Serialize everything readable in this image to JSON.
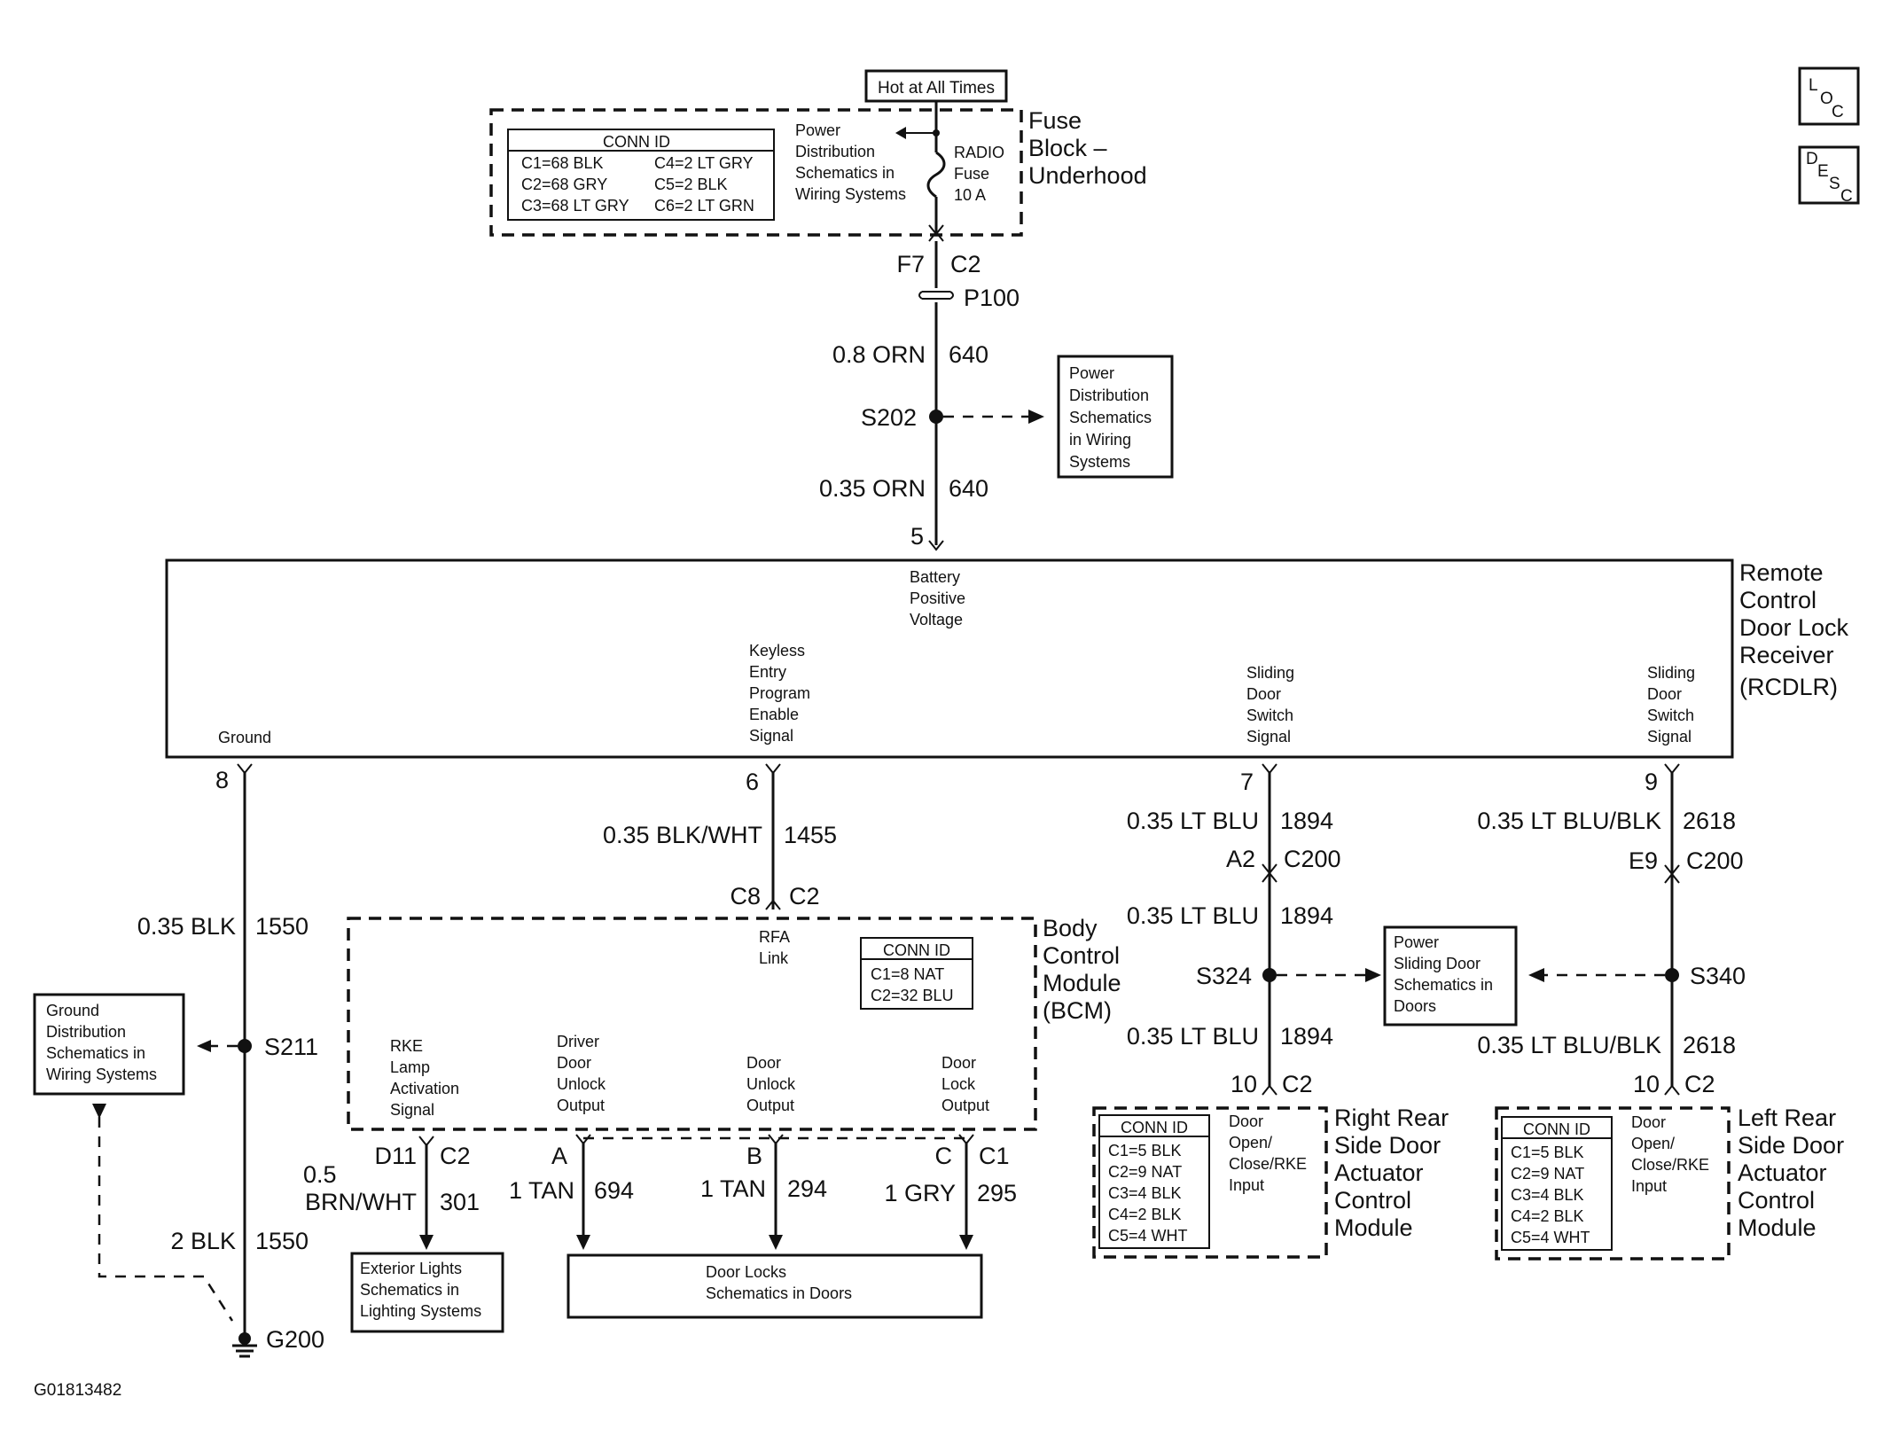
{
  "hot_label": "Hot at All Times",
  "fuse_block": {
    "name_lines": [
      "Fuse",
      "Block –",
      "Underhood"
    ],
    "conn_id": {
      "title": "CONN ID",
      "left": [
        "C1=68 BLK",
        "C2=68 GRY",
        "C3=68 LT GRY"
      ],
      "right": [
        "C4=2 LT GRY",
        "C5=2 BLK",
        "C6=2 LT GRN"
      ]
    },
    "power_ref": [
      "Power",
      "Distribution",
      "Schematics in",
      "Wiring Systems"
    ],
    "fuse_label": [
      "RADIO",
      "Fuse",
      "10 A"
    ]
  },
  "loc_icon": [
    "L",
    "O",
    "C"
  ],
  "desc_icon": [
    "D",
    "E",
    "S",
    "C"
  ],
  "connector_f7": {
    "pin": "F7",
    "conn": "C2"
  },
  "p100": "P100",
  "wire_orn_08": {
    "gauge": "0.8 ORN",
    "circuit": "640"
  },
  "s202": "S202",
  "s202_ref": [
    "Power",
    "Distribution",
    "Schematics",
    "in Wiring",
    "Systems"
  ],
  "wire_orn_035": {
    "gauge": "0.35 ORN",
    "circuit": "640"
  },
  "rcdlr": {
    "name_lines": [
      "Remote",
      "Control",
      "Door Lock",
      "Receiver",
      "(RCDLR)"
    ],
    "battery_label": [
      "Battery",
      "Positive",
      "Voltage"
    ],
    "keyless_label": [
      "Keyless",
      "Entry",
      "Program",
      "Enable",
      "Signal"
    ],
    "ground_label": "Ground",
    "sliding_label": [
      "Sliding",
      "Door",
      "Switch",
      "Signal"
    ],
    "pins": {
      "battery": "5",
      "ground": "8",
      "keyless": "6",
      "slide_right": "7",
      "slide_left": "9"
    }
  },
  "wire_blk_wht": {
    "gauge": "0.35 BLK/WHT",
    "circuit": "1455"
  },
  "connector_c8": {
    "pin": "C8",
    "conn": "C2"
  },
  "wire_blk_035": {
    "gauge": "0.35 BLK",
    "circuit": "1550"
  },
  "s211": "S211",
  "ground_ref": [
    "Ground",
    "Distribution",
    "Schematics in",
    "Wiring Systems"
  ],
  "wire_blk_2": {
    "gauge": "2 BLK",
    "circuit": "1550"
  },
  "g200": "G200",
  "bcm": {
    "name_lines": [
      "Body",
      "Control",
      "Module",
      "(BCM)"
    ],
    "rfa_label": [
      "RFA",
      "Link"
    ],
    "conn_id": {
      "title": "CONN ID",
      "rows": [
        "C1=8 NAT",
        "C2=32 BLU"
      ]
    },
    "rke_label": [
      "RKE",
      "Lamp",
      "Activation",
      "Signal"
    ],
    "driver_unlock_label": [
      "Driver",
      "Door",
      "Unlock",
      "Output"
    ],
    "door_unlock_label": [
      "Door",
      "Unlock",
      "Output"
    ],
    "door_lock_label": [
      "Door",
      "Lock",
      "Output"
    ]
  },
  "connector_d11": {
    "pin": "D11",
    "conn": "C2"
  },
  "pin_a": "A",
  "pin_b": "B",
  "connector_c": {
    "pin": "C",
    "conn": "C1"
  },
  "wire_brn_wht": {
    "gauge_line1": "0.5",
    "gauge_line2": "BRN/WHT",
    "circuit": "301"
  },
  "wire_tan_694": {
    "gauge": "1 TAN",
    "circuit": "694"
  },
  "wire_tan_294": {
    "gauge": "1 TAN",
    "circuit": "294"
  },
  "wire_gry_295": {
    "gauge": "1 GRY",
    "circuit": "295"
  },
  "exterior_ref": [
    "Exterior Lights",
    "Schematics in",
    "Lighting Systems"
  ],
  "doorlocks_ref": [
    "Door Locks",
    "Schematics in Doors"
  ],
  "wire_lt_blu_top": {
    "gauge": "0.35 LT BLU",
    "circuit": "1894"
  },
  "connector_a2": {
    "pin": "A2",
    "conn": "C200"
  },
  "wire_lt_blu_mid": {
    "gauge": "0.35 LT BLU",
    "circuit": "1894"
  },
  "s324": "S324",
  "wire_lt_blu_bot": {
    "gauge": "0.35 LT BLU",
    "circuit": "1894"
  },
  "connector_10_right": {
    "pin": "10",
    "conn": "C2"
  },
  "wire_blu_blk_top": {
    "gauge": "0.35 LT BLU/BLK",
    "circuit": "2618"
  },
  "connector_e9": {
    "pin": "E9",
    "conn": "C200"
  },
  "s340": "S340",
  "wire_blu_blk_bot": {
    "gauge": "0.35 LT BLU/BLK",
    "circuit": "2618"
  },
  "connector_10_left": {
    "pin": "10",
    "conn": "C2"
  },
  "sliding_ref": [
    "Power",
    "Sliding Door",
    "Schematics in",
    "Doors"
  ],
  "rr_module": {
    "name_lines": [
      "Right Rear",
      "Side Door",
      "Actuator",
      "Control",
      "Module"
    ],
    "conn_id": {
      "title": "CONN ID",
      "rows": [
        "C1=5 BLK",
        "C2=9 NAT",
        "C3=4 BLK",
        "C4=2 BLK",
        "C5=4 WHT"
      ]
    },
    "input_label": [
      "Door",
      "Open/",
      "Close/RKE",
      "Input"
    ]
  },
  "lr_module": {
    "name_lines": [
      "Left Rear",
      "Side Door",
      "Actuator",
      "Control",
      "Module"
    ],
    "conn_id": {
      "title": "CONN ID",
      "rows": [
        "C1=5 BLK",
        "C2=9 NAT",
        "C3=4 BLK",
        "C4=2 BLK",
        "C5=4 WHT"
      ]
    },
    "input_label": [
      "Door",
      "Open/",
      "Close/RKE",
      "Input"
    ]
  },
  "figure_id": "G01813482"
}
